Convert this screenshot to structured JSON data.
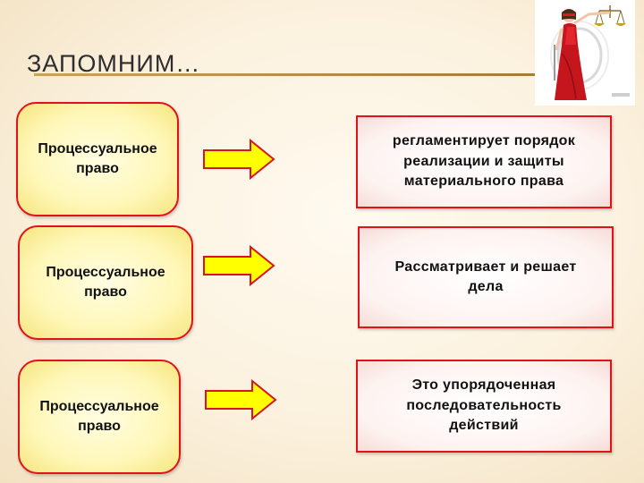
{
  "slide": {
    "title": "ЗАПОМНИМ…",
    "rows": [
      {
        "left": [
          "Процессуальное",
          "право"
        ],
        "right": [
          "регламентирует порядок",
          "реализации и защиты",
          "материального права"
        ]
      },
      {
        "left": [
          "Процессуальное",
          "право"
        ],
        "right": [
          "Рассматривает и решает",
          "дела"
        ]
      },
      {
        "left": [
          "Процессуальное",
          "право"
        ],
        "right": [
          "Это упорядоченная",
          "последовательность",
          "действий"
        ]
      }
    ]
  },
  "image": {
    "icon": "themis-justice-icon"
  },
  "colors": {
    "border": "#e0131b",
    "arrow_fill": "#ffff00",
    "arrow_stroke": "#d8141c"
  }
}
